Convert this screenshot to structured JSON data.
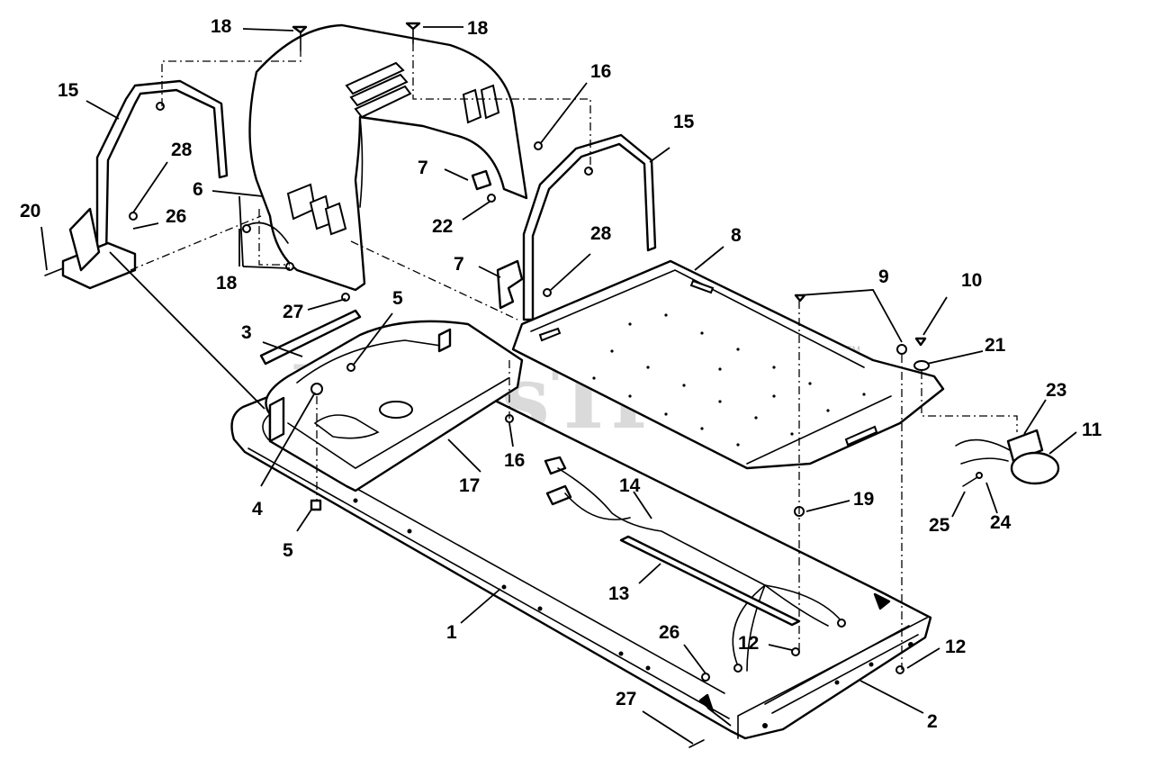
{
  "watermark": {
    "text": "PartsTree",
    "trademark": "TM"
  },
  "callouts": {
    "c18a": "18",
    "c18b": "18",
    "c18c": "18",
    "c15a": "15",
    "c15b": "15",
    "c16a": "16",
    "c16b": "16",
    "c28a": "28",
    "c28b": "28",
    "c7a": "7",
    "c7b": "7",
    "c6": "6",
    "c20": "20",
    "c26a": "26",
    "c26b": "26",
    "c22": "22",
    "c8": "8",
    "c9": "9",
    "c10": "10",
    "c27a": "27",
    "c27b": "27",
    "c5a": "5",
    "c5b": "5",
    "c3": "3",
    "c21": "21",
    "c23": "23",
    "c11": "11",
    "c4": "4",
    "c17": "17",
    "c14": "14",
    "c19": "19",
    "c25": "25",
    "c24": "24",
    "c13": "13",
    "c1": "1",
    "c12a": "12",
    "c12b": "12",
    "c2": "2"
  }
}
